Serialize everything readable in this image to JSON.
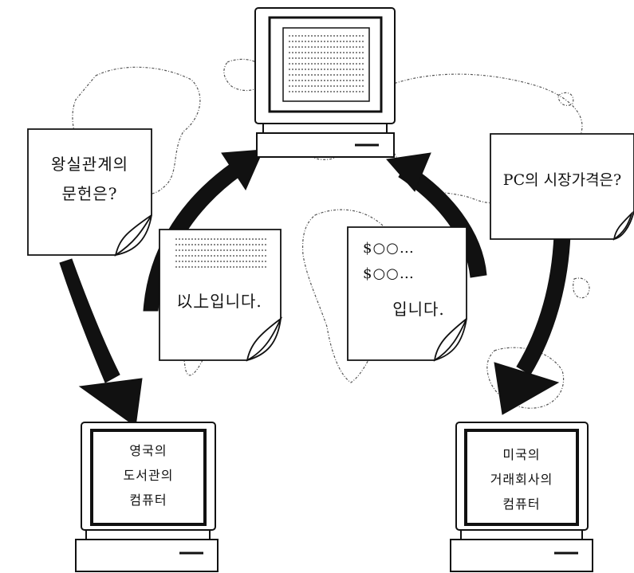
{
  "doc_left": {
    "lines": [
      "왕실관계의",
      "문헌은?"
    ]
  },
  "doc_right": {
    "lines": [
      "PC의 시장가격은?"
    ]
  },
  "reply_left": {
    "text": "以上입니다."
  },
  "reply_right": {
    "price_lines": [
      "$○○…",
      "$○○…"
    ],
    "text": "입니다."
  },
  "computer_left": {
    "lines": [
      "영국의",
      "도서관의",
      "컴퓨터"
    ]
  },
  "computer_right": {
    "lines": [
      "미국의",
      "거래회사의",
      "컴퓨터"
    ]
  },
  "colors": {
    "ink": "#111111",
    "paper": "#ffffff",
    "map": "#555555"
  }
}
